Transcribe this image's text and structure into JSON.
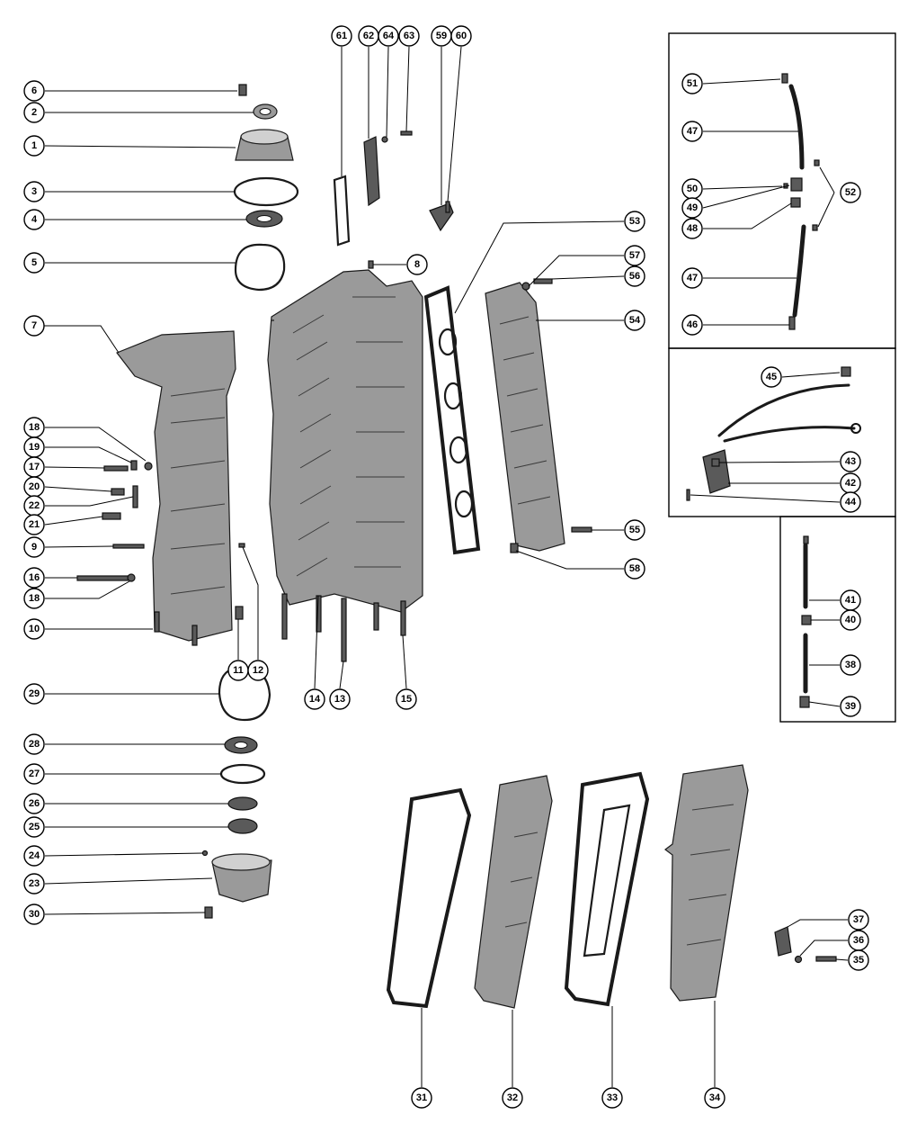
{
  "callouts": [
    "6",
    "2",
    "1",
    "3",
    "4",
    "5",
    "7",
    "18",
    "19",
    "17",
    "20",
    "22",
    "21",
    "9",
    "16",
    "18",
    "10",
    "11",
    "12",
    "29",
    "28",
    "27",
    "26",
    "25",
    "24",
    "23",
    "30",
    "61",
    "62",
    "64",
    "63",
    "59",
    "60",
    "8",
    "14",
    "13",
    "15",
    "53",
    "57",
    "56",
    "54",
    "55",
    "58",
    "51",
    "47",
    "50",
    "49",
    "48",
    "52",
    "47",
    "46",
    "45",
    "43",
    "42",
    "44",
    "41",
    "40",
    "38",
    "39",
    "37",
    "36",
    "35",
    "31",
    "32",
    "33",
    "34"
  ]
}
